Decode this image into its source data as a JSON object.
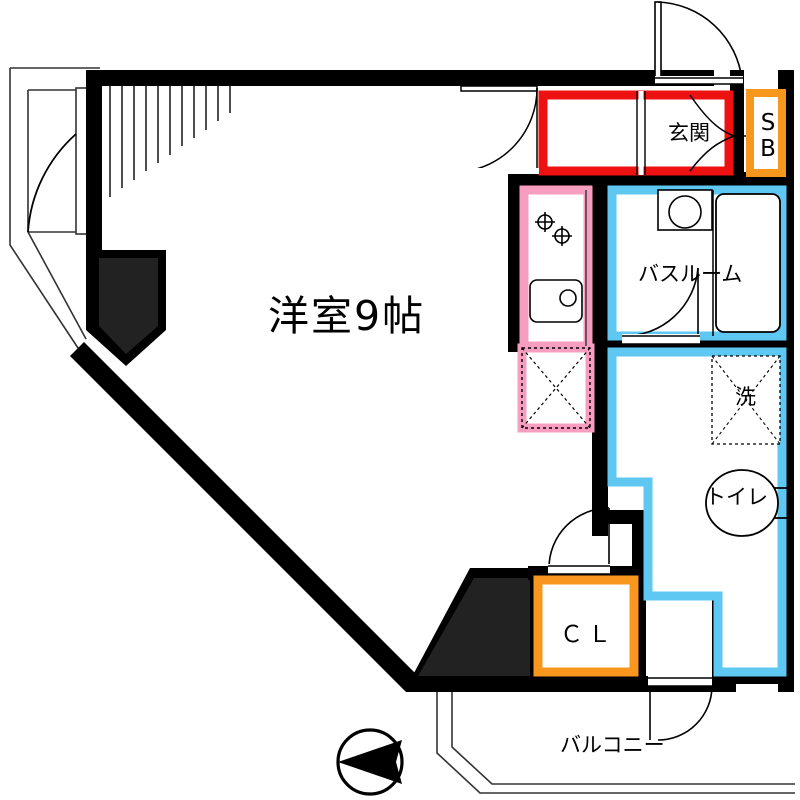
{
  "plan": {
    "type": "floor-plan",
    "title_room": "洋室9帖",
    "compass": "north-arrow-pointing-left",
    "colors": {
      "wall": "#000000",
      "wall_fill_dark": "#222222",
      "entrance_accent": "#ee1111",
      "kitchen_accent": "#f79ec0",
      "bath_accent": "#5ec7f2",
      "closet_accent": "#f7971d",
      "thin_line": "#333333",
      "background": "#ffffff"
    },
    "rooms": [
      {
        "key": "living",
        "label": "洋室9帖",
        "accent": "none",
        "note": "main western-style room, 9 tatami"
      },
      {
        "key": "genkan",
        "label": "玄関",
        "accent": "#ee1111",
        "note": "entrance hall / corridor"
      },
      {
        "key": "sb",
        "label": "S\nB",
        "accent": "#f7971d",
        "note": "shoe box"
      },
      {
        "key": "kitchen",
        "label": "",
        "accent": "#f79ec0",
        "note": "kitchen with sink and 2-burner stove"
      },
      {
        "key": "bath",
        "label": "バスルーム",
        "accent": "#5ec7f2",
        "note": "bath room with tub and basin"
      },
      {
        "key": "washer",
        "label": "洗",
        "accent": "#5ec7f2",
        "note": "washing machine space"
      },
      {
        "key": "toilet",
        "label": "トイレ",
        "accent": "#5ec7f2",
        "note": "toilet"
      },
      {
        "key": "closet",
        "label": "ＣＬ",
        "accent": "#f7971d",
        "note": "closet"
      },
      {
        "key": "balcony",
        "label": "バルコニー",
        "accent": "none",
        "note": "balcony"
      }
    ],
    "labels": {
      "room": "洋室9帖",
      "genkan": "玄関",
      "sb": "S B",
      "sb_line1": "S",
      "sb_line2": "B",
      "bathroom": "バスルーム",
      "washer": "洗",
      "toilet": "トイレ",
      "closet": "ＣＬ",
      "balcony": "バルコニー"
    }
  }
}
